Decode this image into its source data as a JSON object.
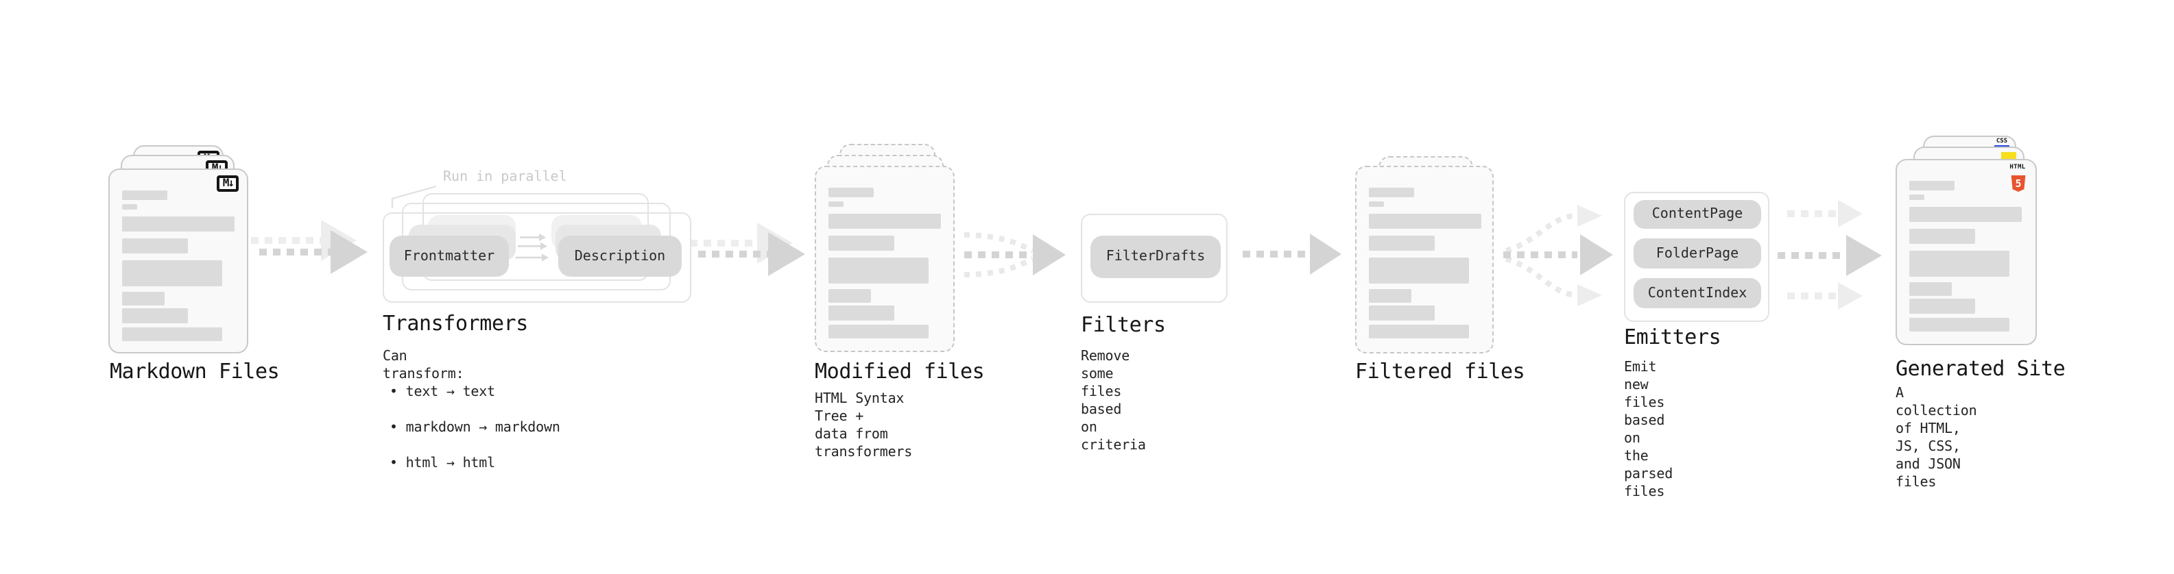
{
  "stages": {
    "markdown": {
      "label": "Markdown Files"
    },
    "transformers": {
      "label": "Transformers",
      "annotation": "Run in parallel",
      "pills": [
        "Frontmatter",
        "Description"
      ],
      "desc_title": "Can transform:",
      "bullets": [
        "• text → text",
        "• markdown → markdown",
        "• html → html"
      ]
    },
    "modified": {
      "label": "Modified files",
      "desc": "HTML Syntax Tree +\ndata from transformers"
    },
    "filters": {
      "label": "Filters",
      "pills": [
        "FilterDrafts"
      ],
      "desc": "Remove some files based\non criteria"
    },
    "filtered": {
      "label": "Filtered files"
    },
    "emitters": {
      "label": "Emitters",
      "pills": [
        "ContentPage",
        "FolderPage",
        "ContentIndex"
      ],
      "desc": "Emit new files based on\nthe parsed files"
    },
    "generated": {
      "label": "Generated Site",
      "desc": "A collection of HTML,\nJS, CSS, and JSON files"
    }
  },
  "icons": {
    "markdown_badge": "M↓",
    "css_badge": "CSS",
    "html5_word": "HTML",
    "html5_number": "5"
  },
  "colors": {
    "html5_orange": "#e8542f",
    "js_yellow": "#f7df1e",
    "css_blue": "#264de4",
    "arrow_dark": "#d4d4d4",
    "arrow_light": "#ededed",
    "pill_gray": "#d9d9d9",
    "annotation_gray": "#c9c9c9"
  }
}
